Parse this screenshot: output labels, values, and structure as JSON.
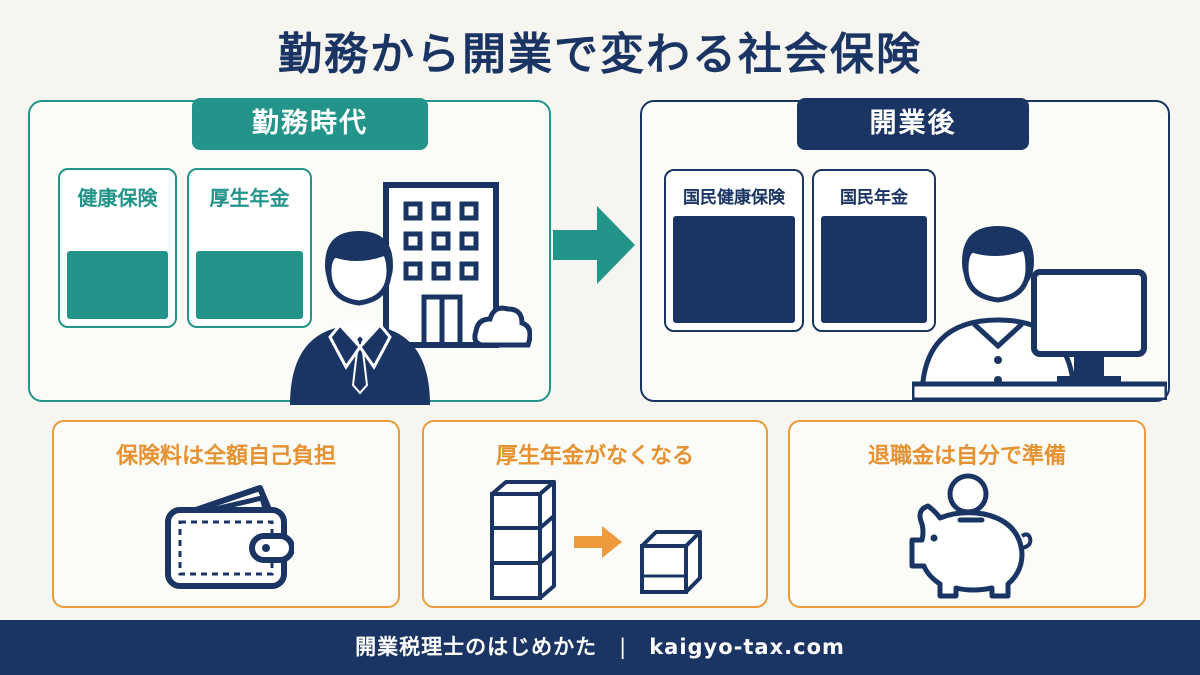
{
  "title": "勤務から開業で変わる社会保険",
  "before": {
    "tab": "勤務時代",
    "cards": [
      "健康保険",
      "厚生年金"
    ]
  },
  "after": {
    "tab": "開業後",
    "cards": [
      "国民健康保険",
      "国民年金"
    ]
  },
  "changes": [
    "保険料は全額自己負担",
    "厚生年金がなくなる",
    "退職金は自分で準備"
  ],
  "footer": {
    "brand": "開業税理士のはじめかた",
    "separator": "|",
    "domain": "kaigyo-tax.com"
  },
  "colors": {
    "navy": "#1a3563",
    "teal": "#22948a",
    "orange": "#ec9a3c",
    "background": "#f7f5f0"
  },
  "icons": [
    "businessman-icon",
    "office-building-icon",
    "right-arrow-icon",
    "freelancer-at-desk-icon",
    "wallet-icon",
    "stacked-boxes-icon",
    "single-box-icon",
    "piggy-bank-icon"
  ]
}
